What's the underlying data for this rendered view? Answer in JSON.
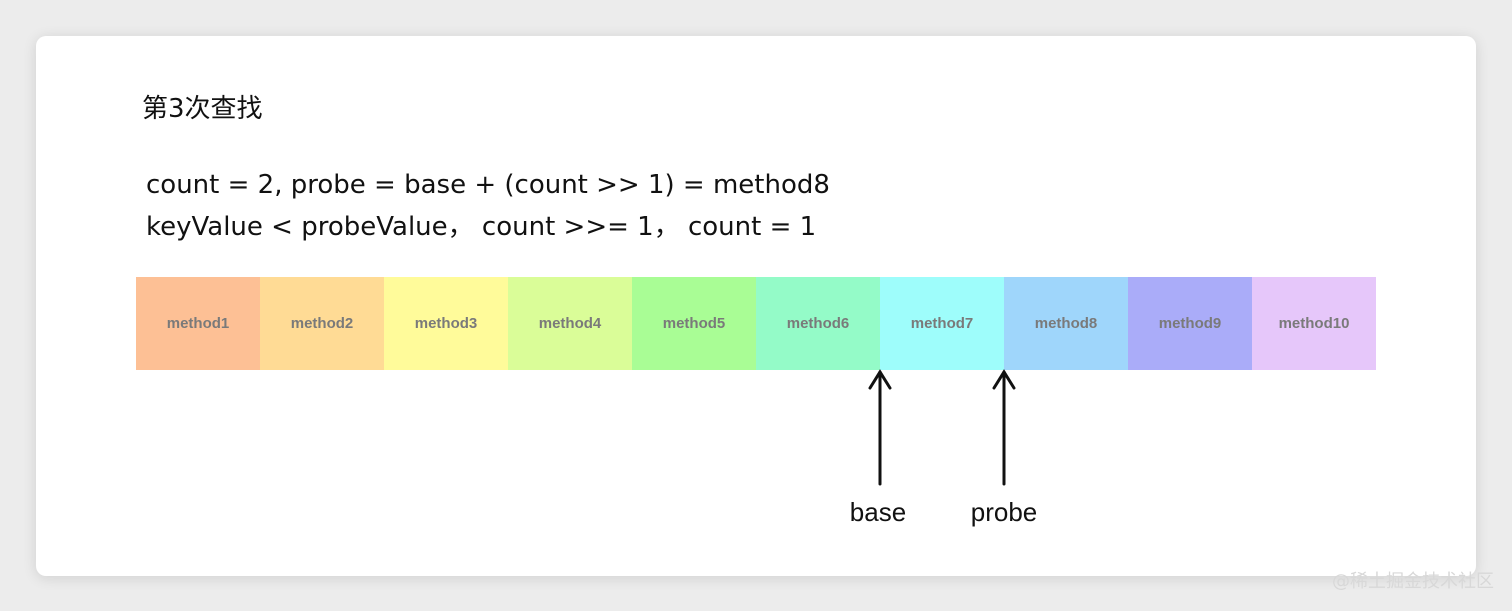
{
  "title": "第3次查找",
  "lines": [
    "count = 2, probe = base + (count >> 1) = method8",
    "keyValue < probeValue， count >>= 1， count = 1"
  ],
  "cells": [
    {
      "label": "method1",
      "color": "#FDC095"
    },
    {
      "label": "method2",
      "color": "#FFDB95"
    },
    {
      "label": "method3",
      "color": "#FFFB9A"
    },
    {
      "label": "method4",
      "color": "#DAFD98"
    },
    {
      "label": "method5",
      "color": "#A9FD95"
    },
    {
      "label": "method6",
      "color": "#94FBC8"
    },
    {
      "label": "method7",
      "color": "#9EFDFB"
    },
    {
      "label": "method8",
      "color": "#9FD6FB"
    },
    {
      "label": "method9",
      "color": "#AAACF9"
    },
    {
      "label": "method10",
      "color": "#E6C7FA"
    }
  ],
  "pointers": {
    "base": {
      "label": "base",
      "target_cell": "method7"
    },
    "probe": {
      "label": "probe",
      "target_cell": "method8"
    }
  },
  "watermark": "@稀土掘金技术社区"
}
